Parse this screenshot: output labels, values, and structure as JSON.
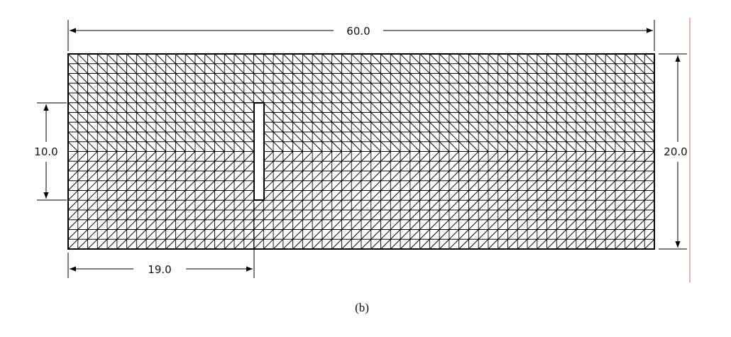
{
  "diagram": {
    "dimensions": {
      "total_width": "60.0",
      "total_height": "20.0",
      "slit_height": "10.0",
      "slit_offset": "19.0"
    },
    "mesh": {
      "element_type": "triangular",
      "columns": 60,
      "rows": 20
    },
    "colors": {
      "mesh_line": "#000000",
      "dimension_line": "#000000",
      "edge_marker": "#e06060"
    }
  },
  "caption": "(b)"
}
